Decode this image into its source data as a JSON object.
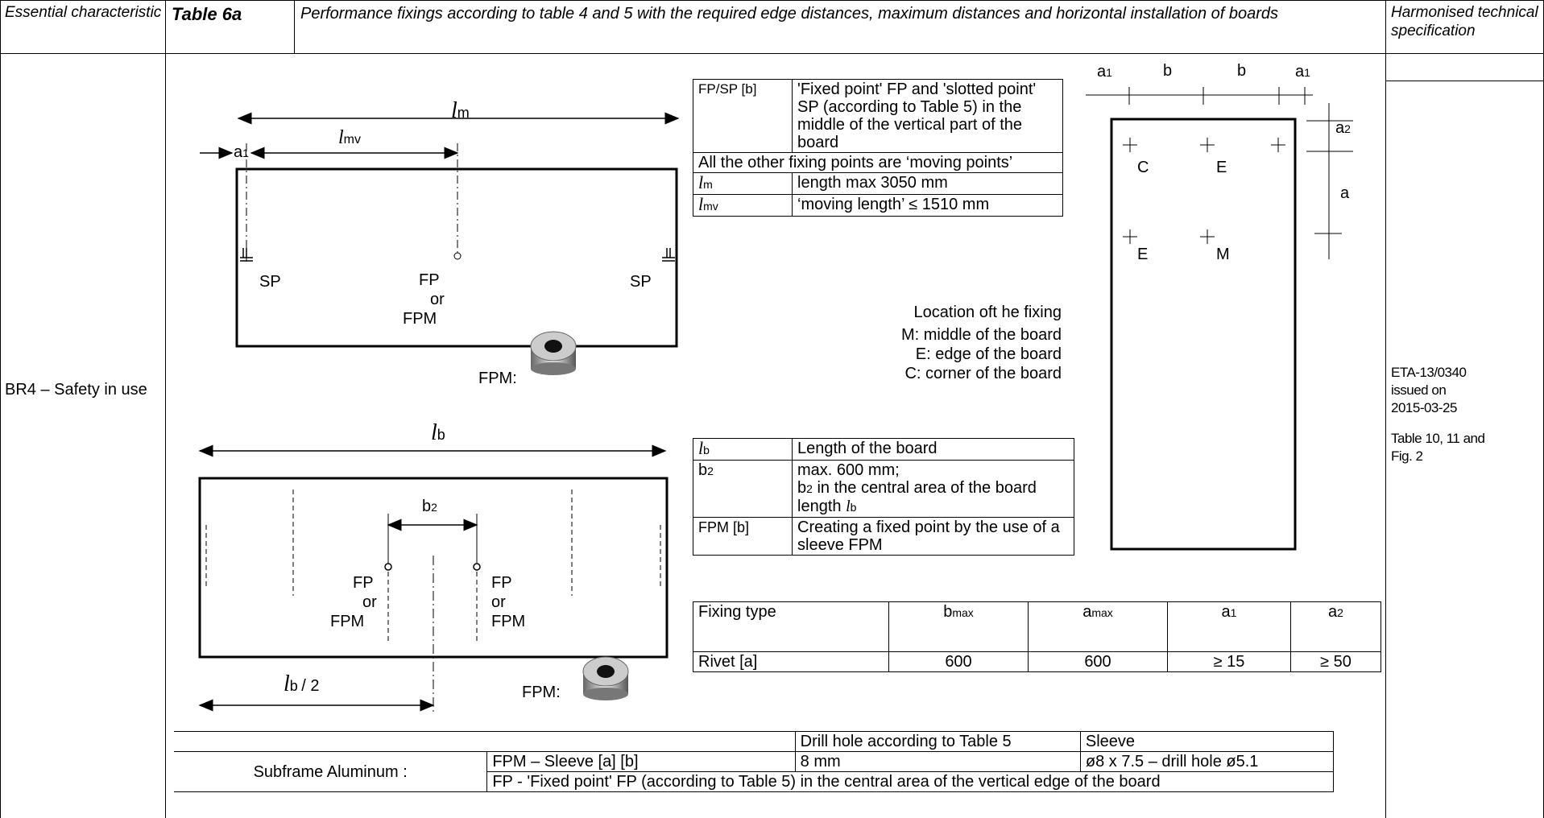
{
  "header": {
    "col1": "Essential characteristic",
    "table_id": "Table 6a",
    "title": "Performance fixings  according to table 4  and 5 with the required edge distances, maximum distances and horizontal installation of boards",
    "col_last": "Harmonised technical specification"
  },
  "left_label": "BR4 – Safety in use",
  "right_info": {
    "eta": "ETA-13/0340",
    "issued": "issued on",
    "date": "2015-03-25",
    "tables": "Table 10, 11 and Fig. 2"
  },
  "diagram1": {
    "a1": "a",
    "lm": "l",
    "lmv": "l",
    "sp_left": "SP",
    "sp_right": "SP",
    "fp": "FP",
    "or": "or",
    "fpm": "FPM",
    "fpm_label": "FPM:"
  },
  "table_fp": {
    "r1c1": "FP/SP [b]",
    "r1c2": "'Fixed point' FP and 'slotted point' SP (according to Table 5) in the middle of the vertical part of the board",
    "r2": "All the other fixing points are ‘moving points’",
    "r3c1": "l",
    "r3c1sub": "m",
    "r3c2": "length max 3050 mm",
    "r4c1": "l",
    "r4c1sub": "mv",
    "r4c2": "‘moving length’ ≤ 1510 mm"
  },
  "location": {
    "title": "Location oft he fixing",
    "m": "M: middle of the board",
    "e": "E: edge of the board",
    "c": "C: corner of the board"
  },
  "diagram3": {
    "a1_left": "a",
    "b1": "b",
    "b2": "b",
    "a1_right": "a",
    "a2": "a",
    "a": "a",
    "c": "C",
    "e_top": "E",
    "e_mid": "E",
    "m": "M"
  },
  "diagram2": {
    "lb": "l",
    "b2": "b",
    "fp": "FP",
    "or": "or",
    "fpm": "FPM",
    "lb_half": "/ 2",
    "fpm_label": "FPM:"
  },
  "table_lb": {
    "r1c1": "l",
    "r1c1sub": "b",
    "r1c2": "Length of the board",
    "r2c1": "b",
    "r2c2a": "max. 600 mm;",
    "r2c2b": "b",
    "r2c2c": " in the central area  of the board length ",
    "r3c1": "FPM [b]",
    "r3c2": "Creating a fixed point by the use of a sleeve FPM"
  },
  "table_dist": {
    "h1": "Fixing type",
    "h2": "b",
    "h2sub": "max",
    "h3": "a",
    "h3sub": "max",
    "h4": "a",
    "h4sub": "1",
    "h5": "a",
    "h5sub": "2",
    "r1": "Rivet [a]",
    "r2": "600",
    "r3": "600",
    "r4": "≥ 15",
    "r5": "≥ 50"
  },
  "bottom": {
    "drill": "Drill hole according to Table 5",
    "sleeve": "Sleeve",
    "subframe": "Subframe Aluminum :",
    "fpm_sleeve": "FPM – Sleeve [a] [b]",
    "mm8": "8 mm",
    "sleeve_val": "ø8 x 7.5 – drill hole ø5.1",
    "fp_desc": "FP - 'Fixed point' FP (according to Table 5) in the central area of the vertical edge of the board"
  }
}
